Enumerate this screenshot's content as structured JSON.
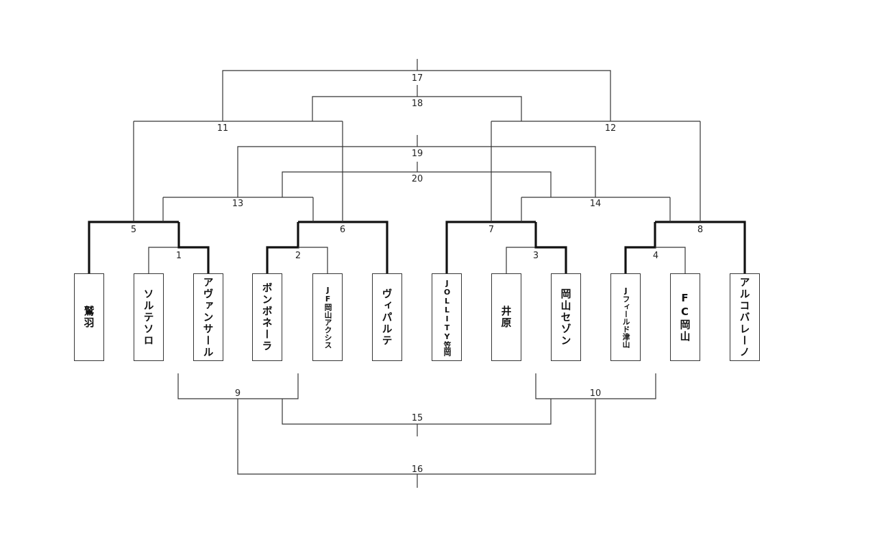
{
  "teams": [
    {
      "name": "鷲羽"
    },
    {
      "name": "ソルテソロ"
    },
    {
      "name": "アヴァンサール"
    },
    {
      "name": "ボンボネーラ"
    },
    {
      "name": "JF岡山アクシス"
    },
    {
      "name": "ヴィパルテ"
    },
    {
      "name": "JOLLITY笠岡"
    },
    {
      "name": "井原"
    },
    {
      "name": "岡山セゾン"
    },
    {
      "name": "Jフィールド津山"
    },
    {
      "name": "FC岡山"
    },
    {
      "name": "アルコバレーノ"
    }
  ],
  "matches": [
    "1",
    "2",
    "3",
    "4",
    "5",
    "6",
    "7",
    "8",
    "9",
    "10",
    "11",
    "12",
    "13",
    "14",
    "15",
    "16",
    "17",
    "18",
    "19",
    "20"
  ]
}
